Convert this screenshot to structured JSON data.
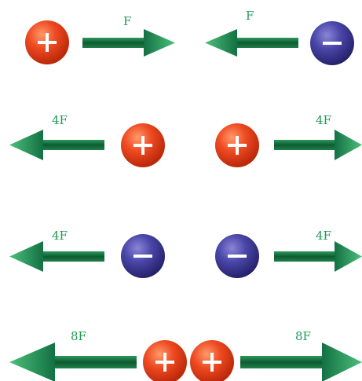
{
  "rows": [
    {
      "id": "row-1",
      "left_arrow_label": "F",
      "right_arrow_label": "F",
      "charges": [
        "positive",
        "negative"
      ],
      "arrow_dirs": [
        "right",
        "left"
      ]
    },
    {
      "id": "row-2",
      "left_arrow_label": "4F",
      "right_arrow_label": "4F",
      "charges": [
        "positive",
        "positive"
      ],
      "arrow_dirs": [
        "left",
        "right"
      ]
    },
    {
      "id": "row-3",
      "left_arrow_label": "4F",
      "right_arrow_label": "4F",
      "charges": [
        "negative",
        "negative"
      ],
      "arrow_dirs": [
        "left",
        "right"
      ]
    },
    {
      "id": "row-4",
      "left_arrow_label": "8F",
      "right_arrow_label": "8F",
      "charges": [
        "positive",
        "positive"
      ],
      "arrow_dirs": [
        "left",
        "right"
      ]
    }
  ],
  "colors": {
    "positive": "#e8401c",
    "negative": "#3d3a94",
    "arrow": "#1e8a4c",
    "label": "#1f9a55"
  }
}
